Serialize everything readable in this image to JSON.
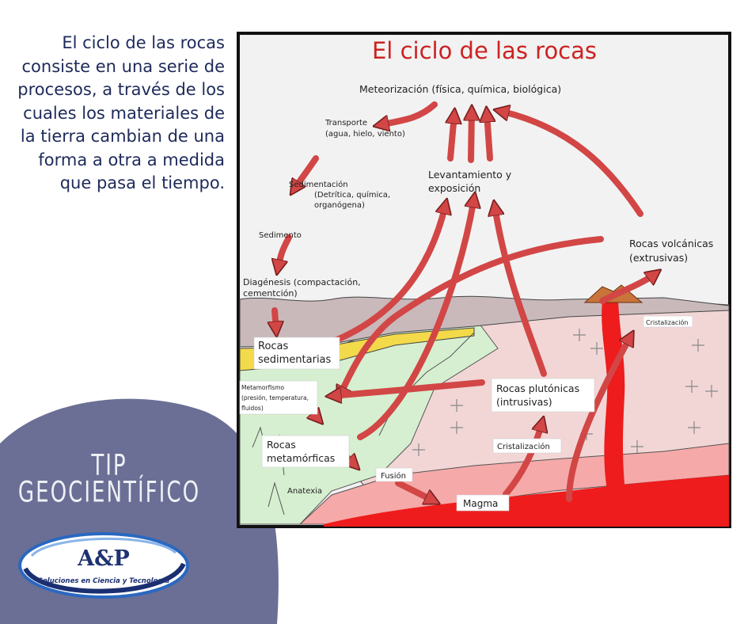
{
  "intro_text": "El ciclo de las rocas consiste en una serie de procesos, a través de los cuales los materiales de la tierra cambian de una forma a otra a medida que pasa el tiempo.",
  "tip": {
    "line1": "TIP",
    "line2": "GEOCIENTÍFICO"
  },
  "logo": {
    "name": "A&P",
    "tagline": "Soluciones en Ciencia y Tecnología"
  },
  "colors": {
    "text_blue": "#1e2a5a",
    "blob": "#6b6f95",
    "title_red": "#cc2222",
    "arrow": "#d24646",
    "magma": "#ee1c1c"
  },
  "diagram": {
    "title": "El ciclo de las rocas",
    "labels": {
      "meteorizacion": "Meteorización (física, química, biológica)",
      "transporte_1": "Transporte",
      "transporte_2": "(agua, hielo, viento)",
      "sedimentacion_1": "Sedimentación",
      "sedimentacion_2": "(Detrítica, química,",
      "sedimentacion_3": "organógena)",
      "sedimento": "Sedimento",
      "diagenesis_1": "Diagénesis (compactación,",
      "diagenesis_2": "cementción)",
      "levantamiento_1": "Levantamiento y",
      "levantamiento_2": "exposición",
      "volcanicas_1": "Rocas volcánicas",
      "volcanicas_2": "(extrusivas)",
      "cristalizacion_top": "Cristalización",
      "sedimentarias_1": "Rocas",
      "sedimentarias_2": "sedimentarias",
      "metamorfismo_1": "Metamorfismo",
      "metamorfismo_2": "(presión, temperatura,",
      "metamorfismo_3": "fluidos)",
      "plutonicas_1": "Rocas plutónicas",
      "plutonicas_2": "(intrusivas)",
      "metamorficas_1": "Rocas",
      "metamorficas_2": "metamórficas",
      "cristalizacion_mid": "Cristalización",
      "fusion": "Fusión",
      "anatexia": "Anatexia",
      "magma": "Magma"
    }
  }
}
